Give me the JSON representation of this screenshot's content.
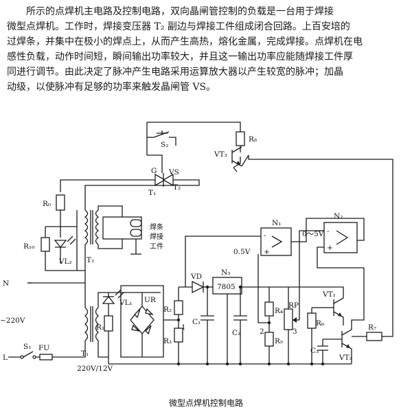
{
  "paragraph": {
    "lines": [
      "所示的点焊机主电路及控制电路，双向晶闸管控制的负载是一台用于焊接",
      "微型点焊机。工作时，焊接变压器 T₂ 副边与焊接工件组成闭合回路。上百安培的",
      "过焊条，并集中在极小的焊点上，从而产生高热，熔化金属，完成焊接。点焊机在电",
      "感性负载，动作时间短，瞬间输出功率较大，并且这一输出功率应能随焊接工件厚",
      "同进行调节。由此决定了脉冲产生电路采用运算放大器以产生较宽的脉冲；加晶",
      "动级，以使脉冲有足够的功率来触发晶闸管 VS。"
    ]
  },
  "schematic": {
    "labels": {
      "R8": "R₈",
      "S2": "S₂",
      "VT3": "VT₃",
      "G": "G",
      "VS": "VS",
      "T1_top": "T₁",
      "T2_top": "T₂",
      "R0": "R₀",
      "R10": "R₁₀",
      "VL2": "VL₂",
      "T2": "T₂",
      "work_1": "焊条",
      "work_2": "焊接",
      "work_3": "工件",
      "N1": "N₁",
      "N2": "N₂",
      "v_ref": "0.5V",
      "v_range": "0～5V",
      "minus": "-",
      "plus": "+",
      "N": "N",
      "mains": "~220V",
      "L": "L",
      "S1": "S₁",
      "FU": "FU",
      "T1": "T₁",
      "transformer": "220V/12V",
      "VL1": "VL₁",
      "R1": "R₁",
      "UR": "UR",
      "R2": "R₂",
      "R3": "R₃",
      "node_1": "1",
      "VD": "VD",
      "N3": "N₃",
      "reg": "7805",
      "C1": "C₁",
      "C2": "C₂",
      "R4": "R₄",
      "R5": "R₅",
      "node_2": "2",
      "RP": "RP",
      "node_3": "3",
      "VT1": "VT₁",
      "R6": "R₆",
      "C3": "C₃",
      "VT2": "VT₂",
      "R7": "R₇"
    }
  },
  "caption": "微型点焊机控制电路"
}
